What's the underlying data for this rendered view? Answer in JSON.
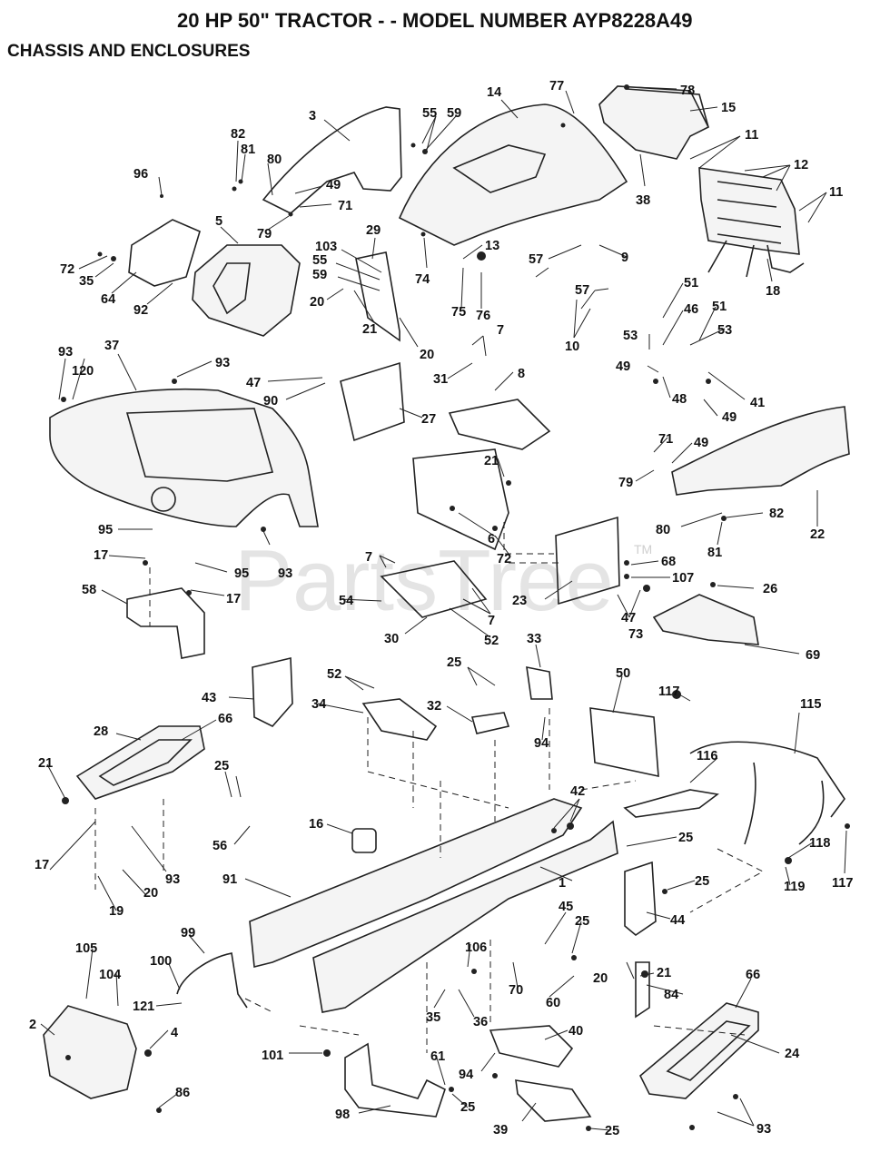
{
  "header": {
    "title": "20 HP 50\" TRACTOR - - MODEL NUMBER AYP8228A49",
    "subtitle": "CHASSIS AND ENCLOSURES"
  },
  "watermark": {
    "text": "PartsTree",
    "tm": "TM"
  },
  "callouts": {
    "c1": "1",
    "c2": "2",
    "c3": "3",
    "c4": "4",
    "c5": "5",
    "c6": "6",
    "c7a": "7",
    "c7b": "7",
    "c7c": "7",
    "c8": "8",
    "c9": "9",
    "c10": "10",
    "c11a": "11",
    "c11b": "11",
    "c12": "12",
    "c13": "13",
    "c14": "14",
    "c15": "15",
    "c16": "16",
    "c17a": "17",
    "c17b": "17",
    "c17c": "17",
    "c18": "18",
    "c19": "19",
    "c20a": "20",
    "c20b": "20",
    "c20c": "20",
    "c20d": "20",
    "c21a": "21",
    "c21b": "21",
    "c21c": "21",
    "c21d": "21",
    "c22": "22",
    "c23": "23",
    "c24": "24",
    "c25a": "25",
    "c25b": "25",
    "c25c": "25",
    "c25d": "25",
    "c25e": "25",
    "c25f": "25",
    "c25g": "25",
    "c26": "26",
    "c27": "27",
    "c28": "28",
    "c29": "29",
    "c30": "30",
    "c31": "31",
    "c32": "32",
    "c33": "33",
    "c34": "34",
    "c35a": "35",
    "c35b": "35",
    "c36": "36",
    "c37": "37",
    "c38": "38",
    "c39": "39",
    "c40": "40",
    "c41": "41",
    "c42": "42",
    "c43": "43",
    "c44": "44",
    "c45": "45",
    "c46": "46",
    "c47a": "47",
    "c47b": "47",
    "c48": "48",
    "c49a": "49",
    "c49b": "49",
    "c49c": "49",
    "c49d": "49",
    "c50": "50",
    "c51a": "51",
    "c51b": "51",
    "c52a": "52",
    "c52b": "52",
    "c53a": "53",
    "c53b": "53",
    "c54": "54",
    "c55a": "55",
    "c55b": "55",
    "c56": "56",
    "c57a": "57",
    "c57b": "57",
    "c58": "58",
    "c59a": "59",
    "c59b": "59",
    "c60": "60",
    "c61": "61",
    "c64": "64",
    "c66a": "66",
    "c66b": "66",
    "c68": "68",
    "c69": "69",
    "c70": "70",
    "c71a": "71",
    "c71b": "71",
    "c72a": "72",
    "c72b": "72",
    "c73": "73",
    "c74": "74",
    "c75": "75",
    "c76": "76",
    "c77": "77",
    "c78": "78",
    "c79a": "79",
    "c79b": "79",
    "c80a": "80",
    "c80b": "80",
    "c81a": "81",
    "c81b": "81",
    "c82a": "82",
    "c82b": "82",
    "c84": "84",
    "c86": "86",
    "c90": "90",
    "c91": "91",
    "c92": "92",
    "c93a": "93",
    "c93b": "93",
    "c93c": "93",
    "c93d": "93",
    "c93e": "93",
    "c94a": "94",
    "c94b": "94",
    "c95a": "95",
    "c95b": "95",
    "c96": "96",
    "c98": "98",
    "c99": "99",
    "c100": "100",
    "c101": "101",
    "c103": "103",
    "c104": "104",
    "c105": "105",
    "c106": "106",
    "c107": "107",
    "c115": "115",
    "c116": "116",
    "c117a": "117",
    "c117b": "117",
    "c118": "118",
    "c119": "119",
    "c120": "120",
    "c121": "121"
  }
}
